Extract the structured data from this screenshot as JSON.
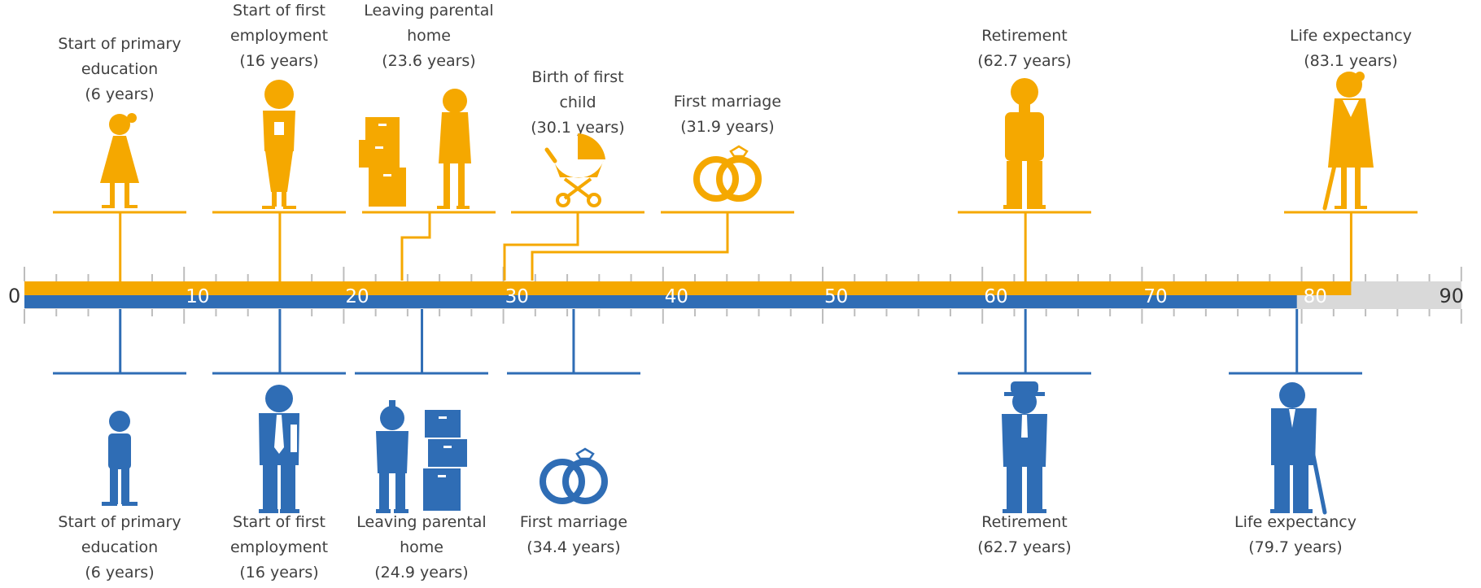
{
  "chart_data": {
    "type": "timeline",
    "axis": {
      "min": 0,
      "max": 90,
      "major_step": 10,
      "minor_step": 2,
      "tick_labels": [
        "0",
        "10",
        "20",
        "30",
        "40",
        "50",
        "60",
        "70",
        "80",
        "90"
      ]
    },
    "series": [
      {
        "name": "",
        "color": "#F5A800",
        "end": 83.1,
        "position": "top",
        "events": [
          {
            "lines": [
              "Start of primary",
              "education",
              "(6 years)"
            ],
            "age": 6,
            "icon": "girl-icon"
          },
          {
            "lines": [
              "Start of first",
              "employment",
              "(16 years)"
            ],
            "age": 16,
            "icon": "working-woman-icon"
          },
          {
            "lines": [
              "Leaving parental",
              "home",
              "(23.6 years)"
            ],
            "age": 23.6,
            "icon": "woman-moving-boxes-icon"
          },
          {
            "lines": [
              "Birth of first",
              "child",
              "(30.1 years)"
            ],
            "age": 30.1,
            "icon": "baby-carriage-icon"
          },
          {
            "lines": [
              "First marriage",
              "(31.9 years)"
            ],
            "age": 31.9,
            "icon": "wedding-rings-icon"
          },
          {
            "lines": [
              "Retirement",
              "(62.7 years)"
            ],
            "age": 62.7,
            "icon": "retired-woman-icon"
          },
          {
            "lines": [
              "Life expectancy",
              "(83.1 years)"
            ],
            "age": 83.1,
            "icon": "elderly-woman-icon"
          }
        ]
      },
      {
        "name": "",
        "color": "#2F6DB5",
        "end": 79.7,
        "position": "bottom",
        "events": [
          {
            "lines": [
              "Start of primary",
              "education",
              "(6 years)"
            ],
            "age": 6,
            "icon": "boy-icon"
          },
          {
            "lines": [
              "Start of first",
              "employment",
              "(16 years)"
            ],
            "age": 16,
            "icon": "working-man-icon"
          },
          {
            "lines": [
              "Leaving parental",
              "home",
              "(24.9 years)"
            ],
            "age": 24.9,
            "icon": "man-moving-boxes-icon"
          },
          {
            "lines": [
              "First marriage",
              "(34.4 years)"
            ],
            "age": 34.4,
            "icon": "wedding-rings-icon"
          },
          {
            "lines": [
              "Retirement",
              "(62.7 years)"
            ],
            "age": 62.7,
            "icon": "retired-man-icon"
          },
          {
            "lines": [
              "Life expectancy",
              "(79.7 years)"
            ],
            "age": 79.7,
            "icon": "elderly-man-icon"
          }
        ]
      }
    ],
    "track_color": "#D9D9D9"
  }
}
